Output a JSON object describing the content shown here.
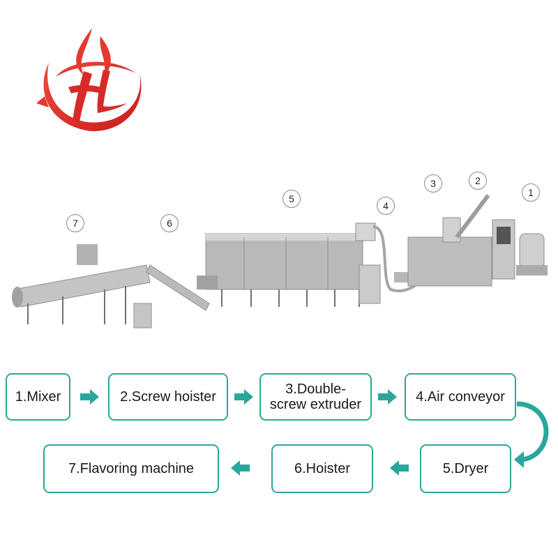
{
  "brand": {
    "accent": "#2aa79b",
    "logo_color": "#e0312e"
  },
  "markers": [
    "1",
    "2",
    "3",
    "4",
    "5",
    "6",
    "7"
  ],
  "steps": [
    "1.Mixer",
    "2.Screw hoister",
    "3.Double-\nscrew extruder",
    "4.Air conveyor",
    "5.Dryer",
    "6.Hoister",
    "7.Flavoring machine"
  ]
}
